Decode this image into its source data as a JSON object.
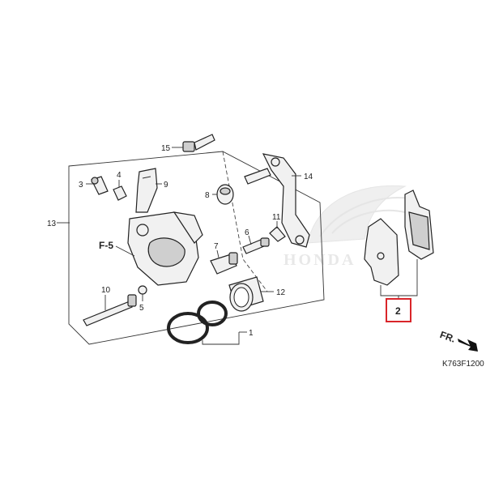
{
  "callouts": {
    "c1": "1",
    "c2": "2",
    "c3": "3",
    "c4": "4",
    "c5": "5",
    "c6": "6",
    "c7": "7",
    "c8": "8",
    "c9": "9",
    "c10": "10",
    "c11": "11",
    "c12": "12",
    "c13": "13",
    "c14": "14",
    "c15": "15"
  },
  "reference_label": "F-5",
  "direction_label": "FR.",
  "diagram_code": "K763F1200",
  "watermark_text": "HONDA",
  "colors": {
    "highlight_box": "#d9252a",
    "line": "#222222",
    "watermark": "#d8d8d8"
  }
}
